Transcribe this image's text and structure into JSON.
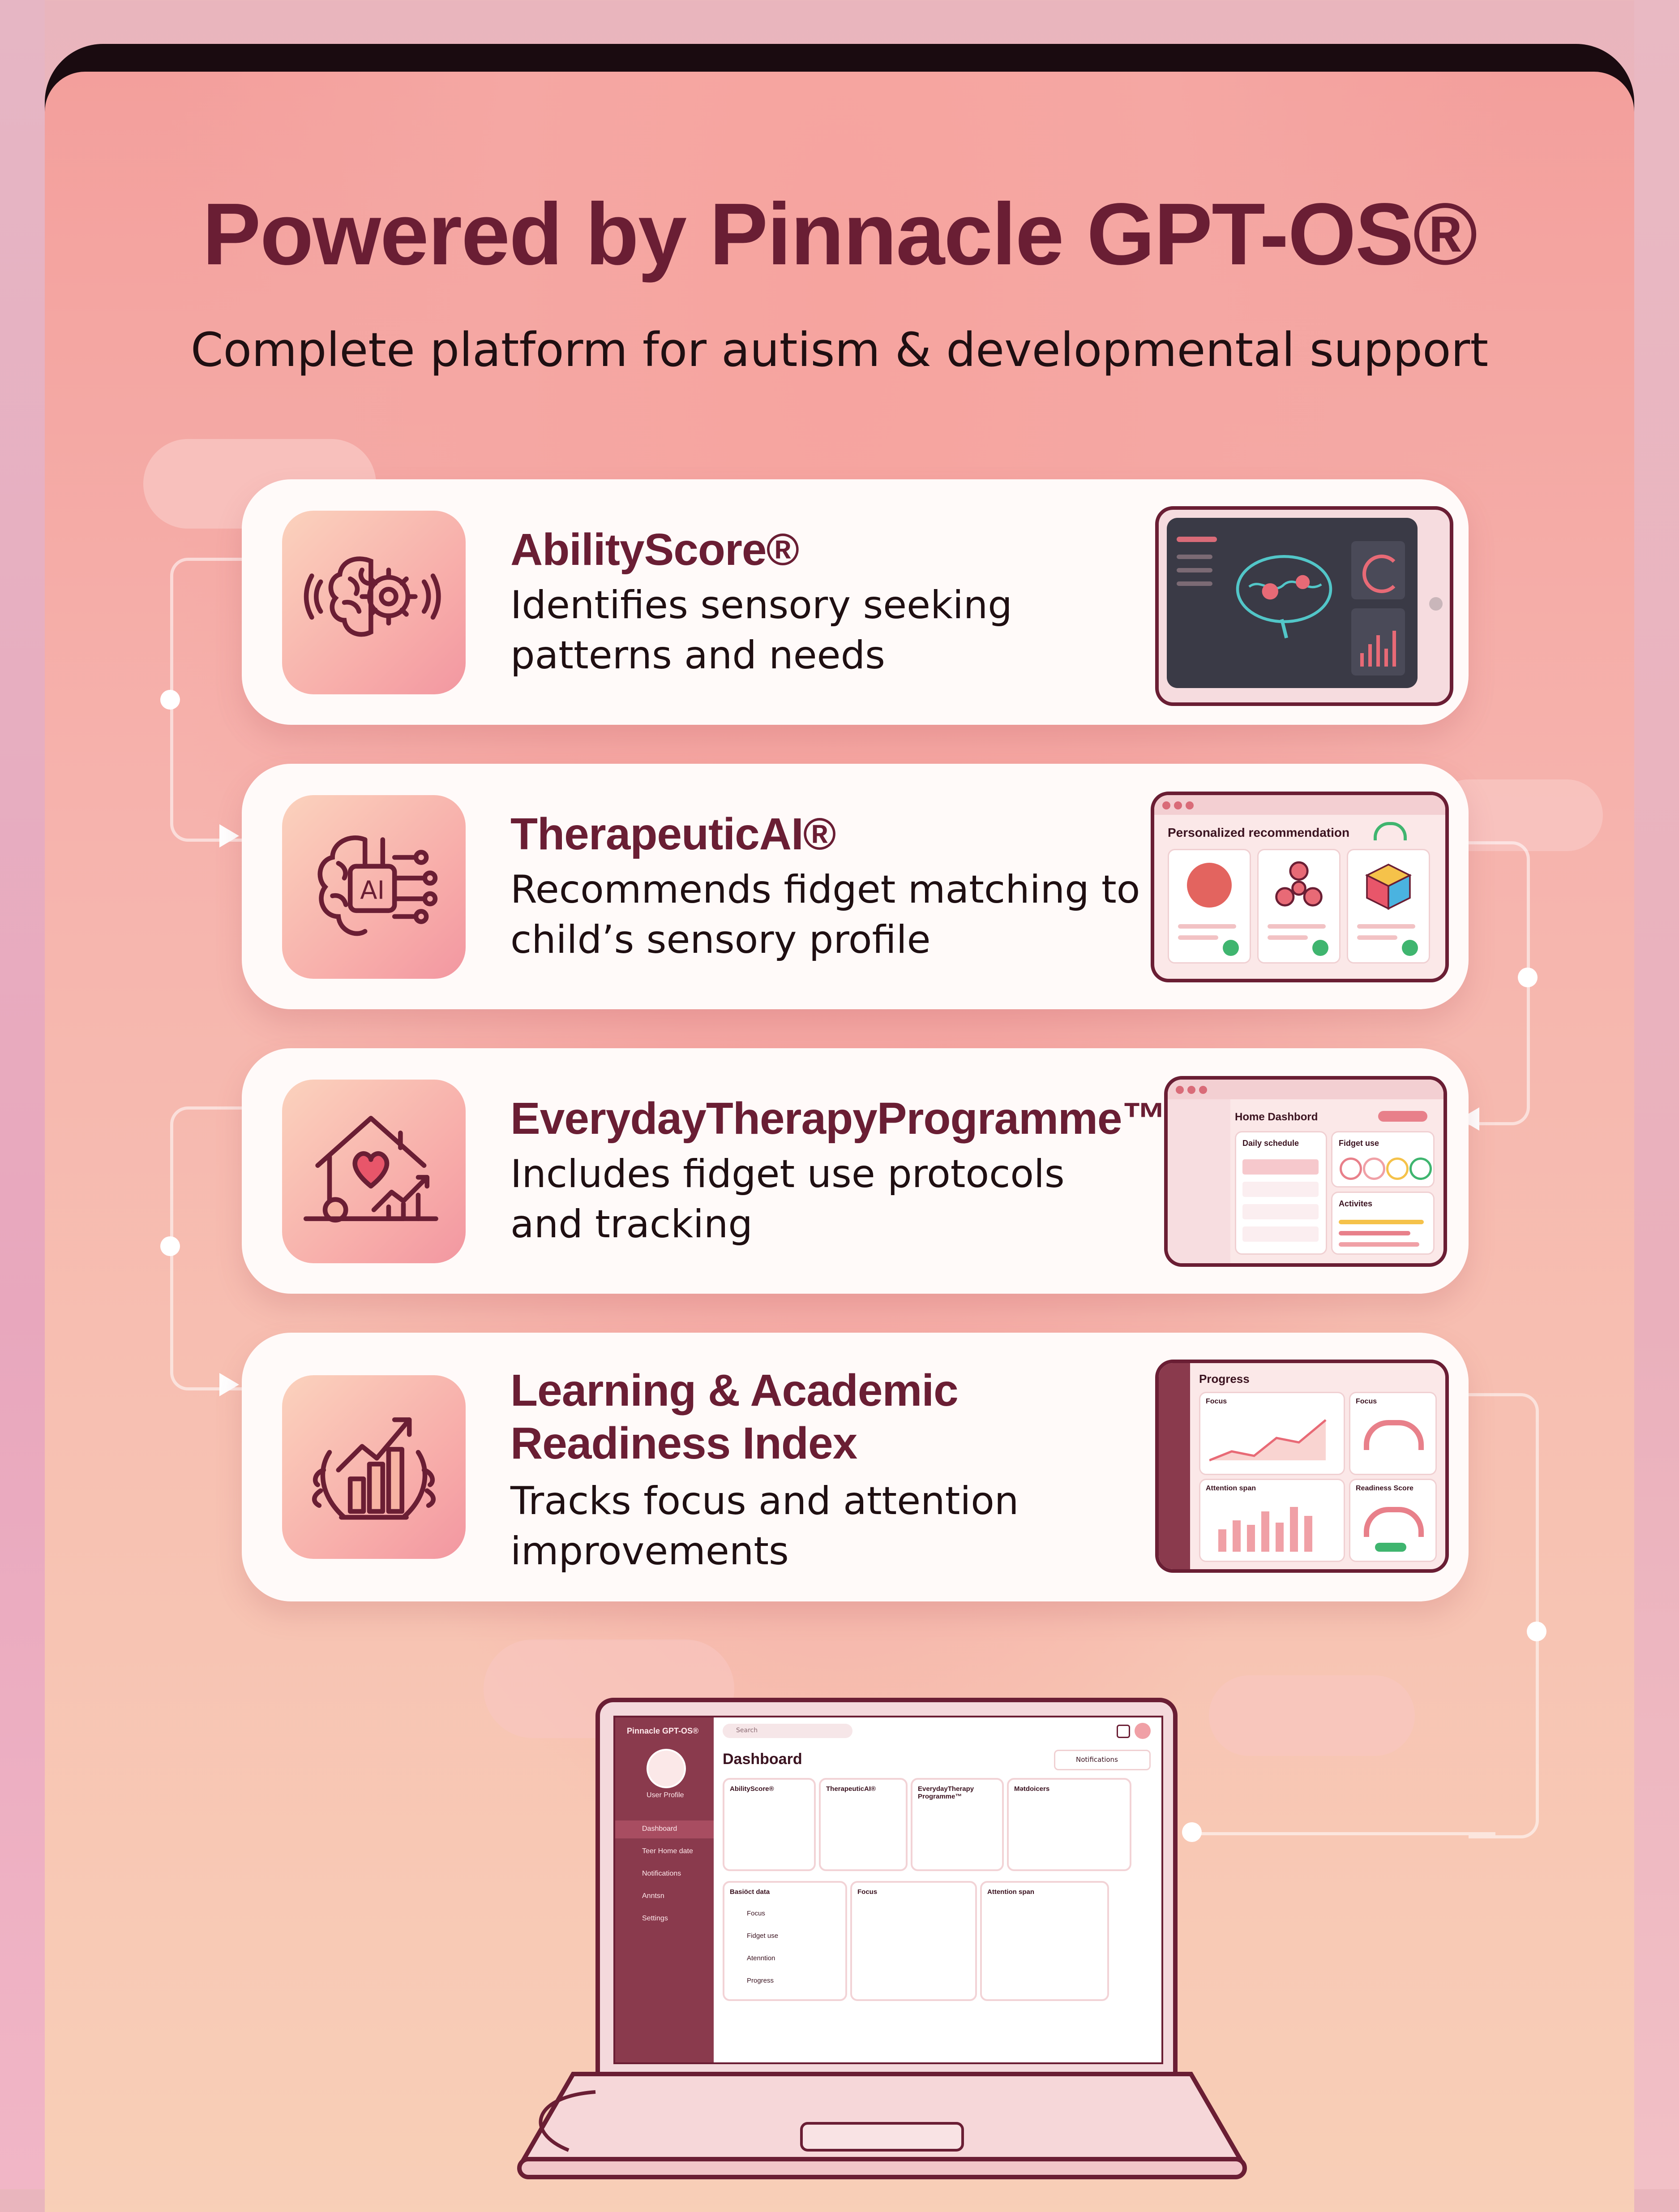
{
  "header": {
    "title": "Powered by Pinnacle GPT-OS®",
    "subtitle": "Complete platform for autism & developmental support"
  },
  "features": [
    {
      "name": "AbilityScore®",
      "description": "Identifies sensory seeking patterns and needs",
      "icon": "brain-gear-icon"
    },
    {
      "name": "TherapeuticAI®",
      "description": "Recommends fidget matching to child’s sensory profile",
      "icon": "ai-brain-circuit-icon",
      "preview_title": "Personalized recommendation"
    },
    {
      "name": "EverydayTherapyProgramme™",
      "description": "Includes fidget use protocols and tracking",
      "icon": "house-heart-chart-icon",
      "preview_title": "Home Dashbord",
      "preview_sections": [
        "Daily schedule",
        "Fidget use",
        "Activites"
      ]
    },
    {
      "name": "Learning & Academic Readiness Index",
      "description": "Tracks focus and attention improvements",
      "icon": "rising-chart-laurel-icon",
      "preview_title": "Progress",
      "preview_sections": [
        "Focus",
        "Focus",
        "Attention span",
        "Readiness Score"
      ]
    }
  ],
  "laptop": {
    "app_name": "Pinnacle GPT-OS®",
    "search_placeholder": "Search",
    "page_title": "Dashboard",
    "notifications_label": "Notifications",
    "user_label": "User Profile",
    "sidebar": [
      "Dashboard",
      "Teer Home date",
      "Notifications",
      "Anntsn",
      "Settings"
    ],
    "cards": [
      "AbilityScore®",
      "TherapeuticAI®",
      "EverydayTherapy Programme™",
      "Mətdoicers"
    ],
    "bottom_cards": [
      "Basiöct data",
      "Focus",
      "Attention span"
    ],
    "basic_data_rows": [
      "Focus",
      "Fidget use",
      "Atenntion",
      "Progress"
    ]
  },
  "colors": {
    "brand": "#6a1e34",
    "accent": "#f39f9c",
    "card": "#fffaf9"
  }
}
